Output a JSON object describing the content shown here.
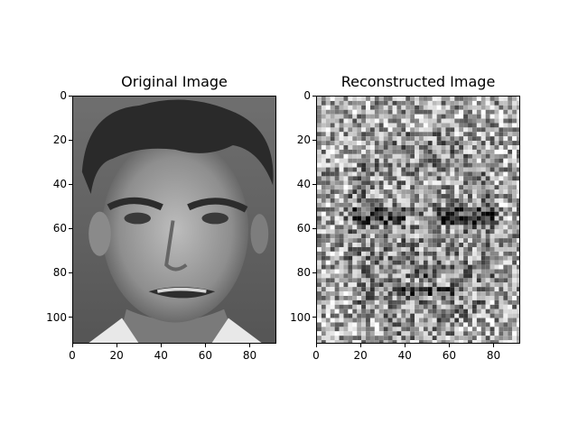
{
  "chart_data": [
    {
      "type": "heatmap",
      "title": "Original Image",
      "description_kind": "grayscale-face-photo",
      "colormap": "gray",
      "image_width": 92,
      "image_height": 112,
      "xlim": [
        0,
        92
      ],
      "ylim": [
        112,
        0
      ],
      "xticks": [
        0,
        20,
        40,
        60,
        80
      ],
      "yticks": [
        0,
        20,
        40,
        60,
        80,
        100
      ],
      "xlabel": "",
      "ylabel": ""
    },
    {
      "type": "heatmap",
      "title": "Reconstructed Image",
      "description_kind": "noisy-grayscale-face-reconstruction",
      "colormap": "gray",
      "image_width": 92,
      "image_height": 112,
      "xlim": [
        0,
        92
      ],
      "ylim": [
        112,
        0
      ],
      "xticks": [
        0,
        20,
        40,
        60,
        80
      ],
      "yticks": [
        0,
        20,
        40,
        60,
        80,
        100
      ],
      "xlabel": "",
      "ylabel": ""
    }
  ]
}
